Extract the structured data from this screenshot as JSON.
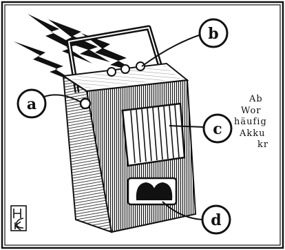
{
  "illustration": {
    "callouts": [
      {
        "id": "a",
        "letter": "a"
      },
      {
        "id": "b",
        "letter": "b"
      },
      {
        "id": "c",
        "letter": "c"
      },
      {
        "id": "d",
        "letter": "d"
      }
    ],
    "monogram": "HCK"
  },
  "caption": {
    "lines": [
      "Ab",
      "Wor",
      "häufig",
      "Akku",
      "kr"
    ]
  },
  "colors": {
    "ink": "#111111",
    "paper": "#ffffff"
  }
}
